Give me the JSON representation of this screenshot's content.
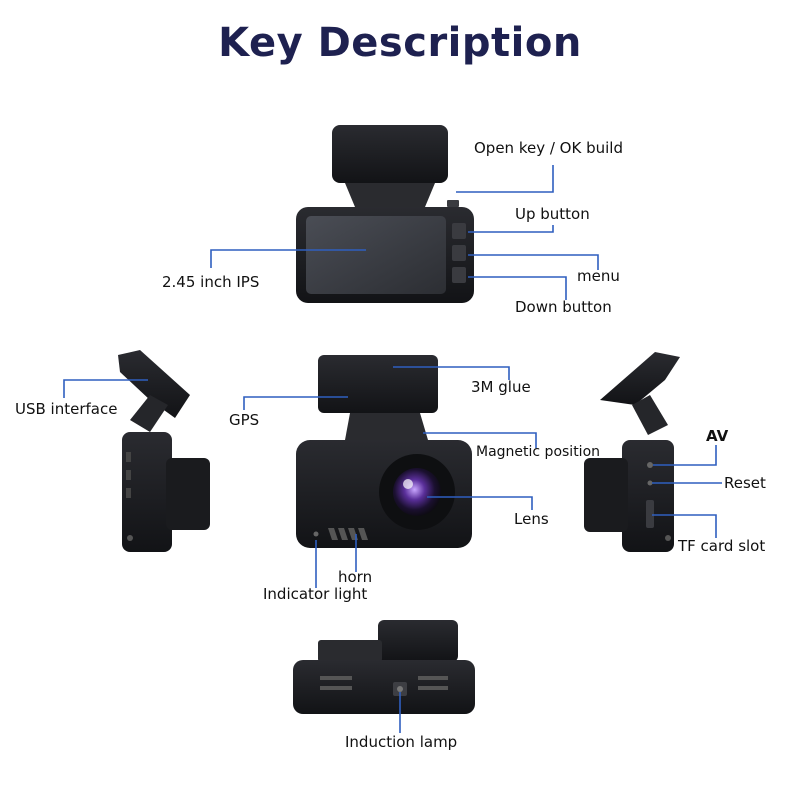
{
  "title": "Key Description",
  "colors": {
    "title": "#1e2150",
    "leader_line": "#2f5fbf",
    "device_body": "#1b1c1f",
    "screen": "#34373d",
    "lens": "#6a3fa0"
  },
  "labels": {
    "open_key": "Open key / OK build",
    "up_button": "Up button",
    "menu": "menu",
    "down_button": "Down button",
    "screen_size": "2.45 inch IPS",
    "usb_interface": "USB interface",
    "gps": "GPS",
    "glue": "3M glue",
    "magnetic_position": "Magnetic position",
    "lens": "Lens",
    "horn": "horn",
    "indicator_light": "Indicator light",
    "av": "AV",
    "reset": "Reset",
    "tf_card_slot": "TF card slot",
    "induction_lamp": "Induction lamp"
  }
}
